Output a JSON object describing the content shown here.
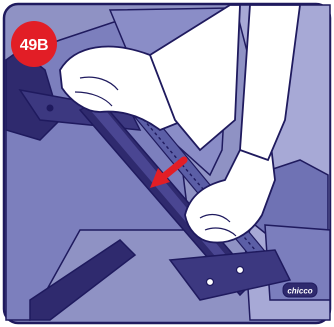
{
  "step_badge": {
    "label": "49B",
    "color": "#e21e26"
  },
  "brand_logo": {
    "text": "chicco"
  },
  "arrow": {
    "color": "#e21e26",
    "direction": "down-left"
  },
  "colors": {
    "background": "#8f92c4",
    "dark_fill": "#2f2a6e",
    "mid_fill": "#5b5ea6",
    "light_fill": "#b9bce0",
    "outline": "#1f1a5e"
  }
}
